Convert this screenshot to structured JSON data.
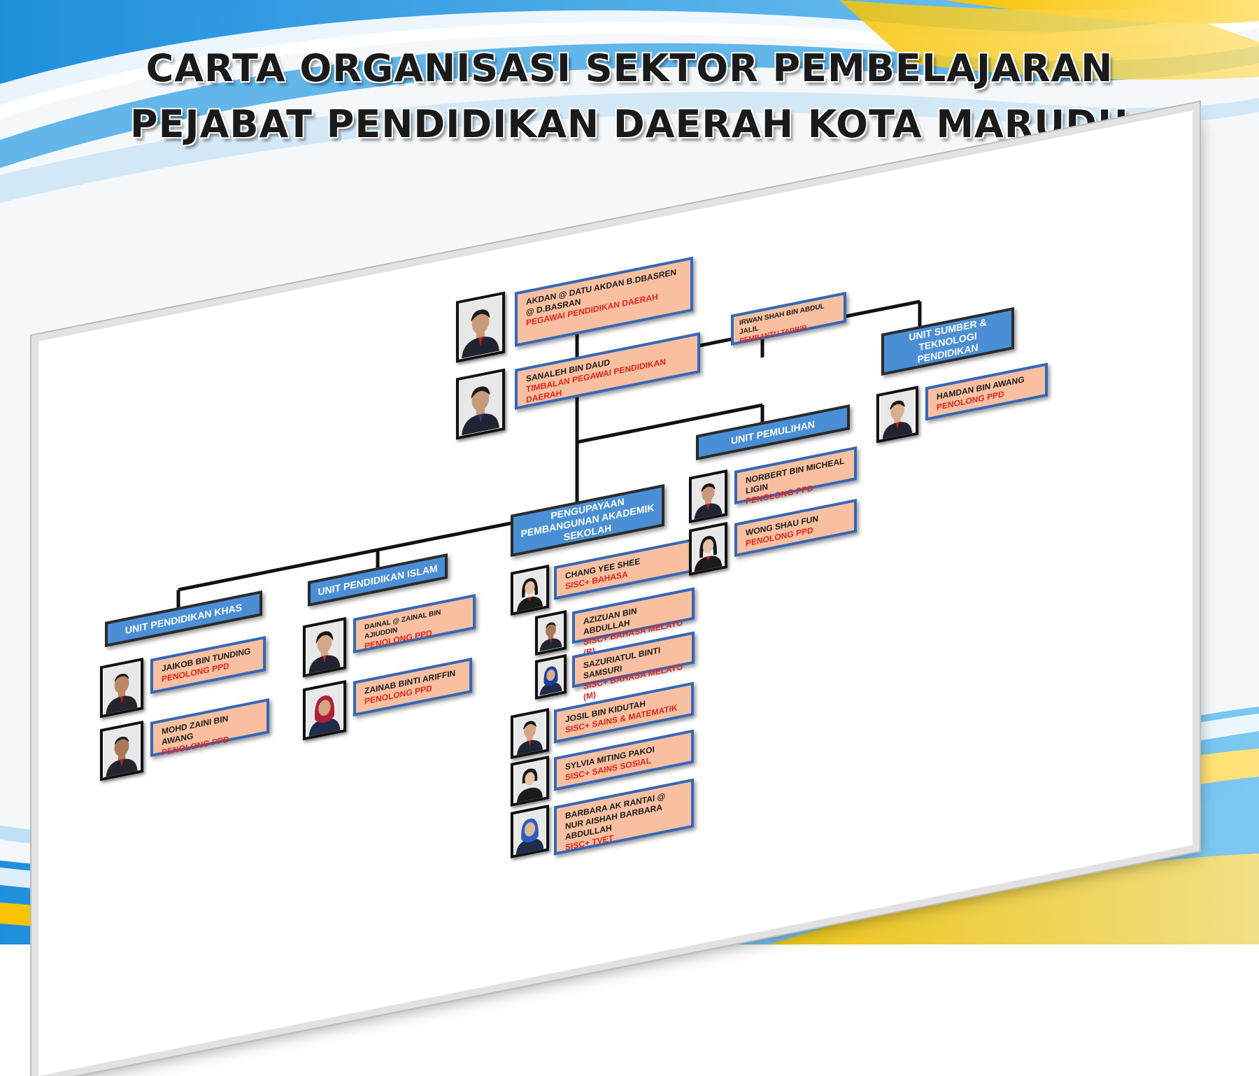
{
  "title_line1": "CARTA ORGANISASI SEKTOR PEMBELAJARAN",
  "title_line2": "PEJABAT PENDIDIKAN DAERAH KOTA MARUDU",
  "colors": {
    "unit_fill": "#4a8fd6",
    "person_fill": "#f8c0a0",
    "person_border": "#3567b8",
    "role_text": "#e0241b",
    "background_blue": "#2f9be0",
    "background_yellow": "#f7c300"
  },
  "leaders": [
    {
      "name": "AKDAN @ DATU AKDAN B.DBASREN @ D.BASRAN",
      "role": "PEGAWAI PENDIDIKAN DAERAH"
    },
    {
      "name": "SANALEH BIN DAUD",
      "role": "TIMBALAN PEGAWAI PENDIDIKAN DAERAH"
    }
  ],
  "assistant": {
    "name": "IRWAN SHAH BIN ABDUL JALIL",
    "role": "PEMBANTU TADBIR"
  },
  "units": {
    "khas": {
      "label": "UNIT PENDIDIKAN KHAS",
      "members": [
        {
          "name": "JAIKOB BIN TUNDING",
          "role": "PENOLONG PPD"
        },
        {
          "name": "MOHD ZAINI BIN AWANG",
          "role": "PENOLONG PPD"
        }
      ]
    },
    "islam": {
      "label": "UNIT PENDIDIKAN ISLAM",
      "members": [
        {
          "name": "DAINAL @ ZAINAL BIN AJIUDDIN",
          "role": "PENOLONG PPD"
        },
        {
          "name": "ZAINAB BINTI ARIFFIN",
          "role": "PENOLONG PPD"
        }
      ]
    },
    "pengupayaan": {
      "label": "PENGUPAYAAN PEMBANGUNAN AKADEMIK SEKOLAH",
      "members": [
        {
          "name": "CHANG YEE SHEE",
          "role": "SISC+ BAHASA"
        },
        {
          "name": "AZIZUAN BIN ABDULLAH",
          "role": "SISC+ BAHASA MELAYU (R)"
        },
        {
          "name": "SAZURIATUL BINTI SAMSURI",
          "role": "SISC+ BAHASA MELAYU (M)"
        },
        {
          "name": "JOSIL BIN KIDUTAH",
          "role": "SISC+ SAINS & MATEMATIK"
        },
        {
          "name": "SYLVIA MITING PAKOI",
          "role": "SISC+ SAINS SOSIAL"
        },
        {
          "name": "BARBARA AK RANTAI @ NUR AISHAH BARBARA ABDULLAH",
          "role": "SISC+ TVET"
        }
      ]
    },
    "pemulihan": {
      "label": "UNIT PEMULIHAN",
      "members": [
        {
          "name": "NORBERT BIN MICHEAL LIGIN",
          "role": "PENOLONG PPD"
        },
        {
          "name": "WONG SHAU FUN",
          "role": "PENOLONG PPD"
        }
      ]
    },
    "sumber": {
      "label": "UNIT SUMBER & TEKNOLOGI PENDIDIKAN",
      "members": [
        {
          "name": "HAMDAN BIN AWANG",
          "role": "PENOLONG PPD"
        }
      ]
    }
  }
}
